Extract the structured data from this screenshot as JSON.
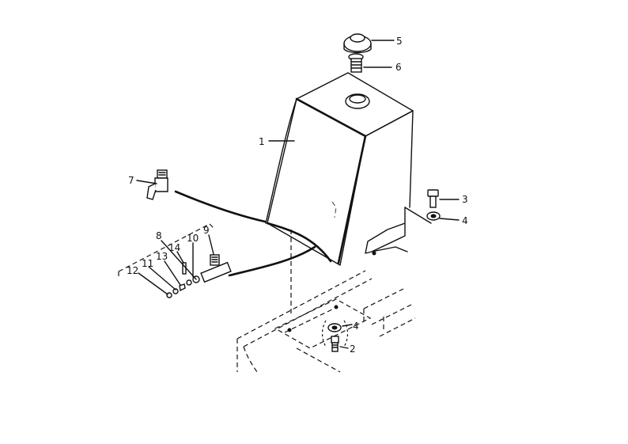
{
  "callouts": [
    {
      "id": "c1",
      "text": "1"
    },
    {
      "id": "c2",
      "text": "2"
    },
    {
      "id": "c3",
      "text": "3"
    },
    {
      "id": "c4a",
      "text": "4"
    },
    {
      "id": "c4b",
      "text": "4"
    },
    {
      "id": "c5",
      "text": "5"
    },
    {
      "id": "c6",
      "text": "6"
    },
    {
      "id": "c7",
      "text": "7"
    },
    {
      "id": "c8",
      "text": "8"
    },
    {
      "id": "c9",
      "text": "9"
    },
    {
      "id": "c10",
      "text": "10"
    },
    {
      "id": "c11",
      "text": "11"
    },
    {
      "id": "c12",
      "text": "12"
    },
    {
      "id": "c13",
      "text": "13"
    },
    {
      "id": "c14",
      "text": "14"
    }
  ]
}
